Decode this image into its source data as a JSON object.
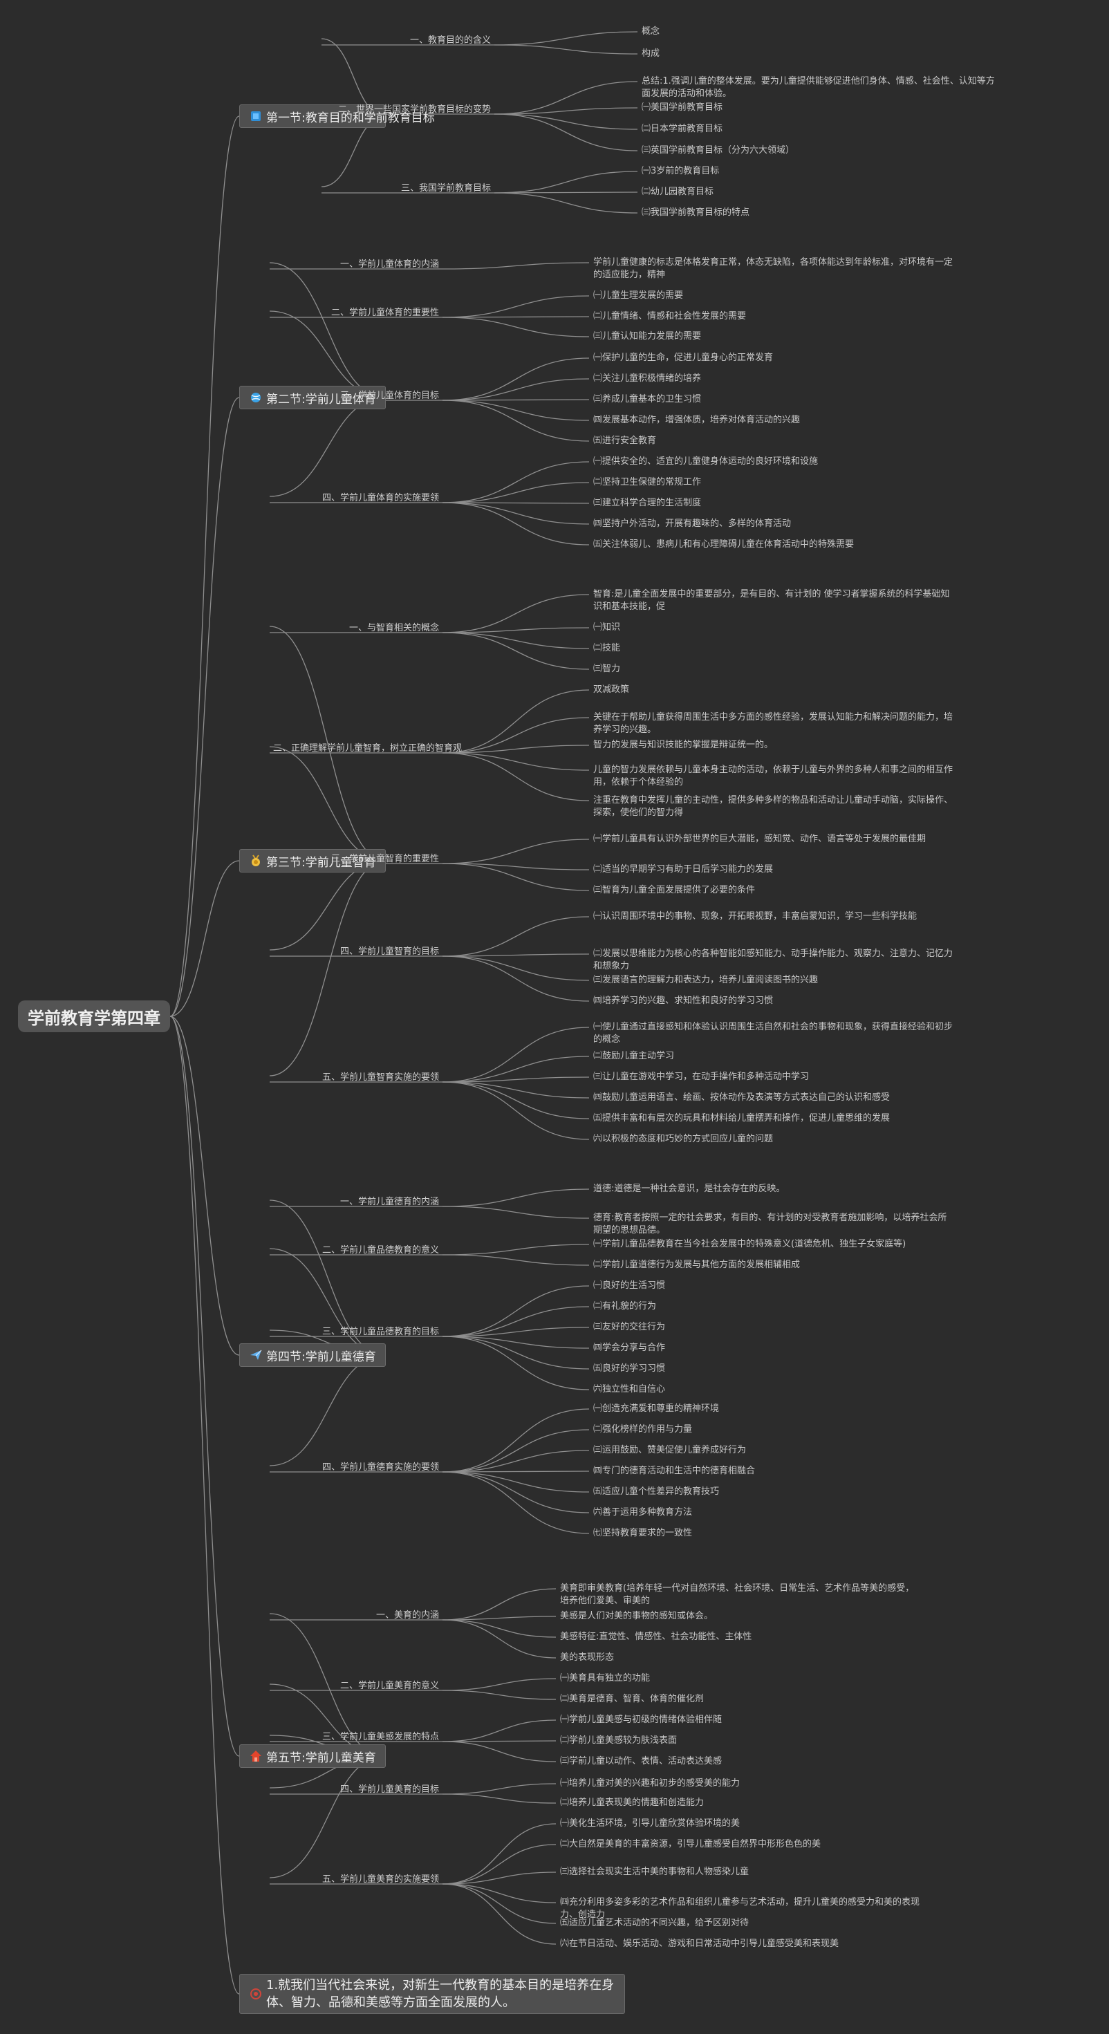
{
  "title": "学前教育学第四章",
  "colors": {
    "background": "#2c2c2c",
    "node_bg": "#4f4f4f",
    "line": "#8f8f8f",
    "text": "#d0d0d0"
  },
  "sections": [
    {
      "label": "第一节:教育目的和学前教育目标",
      "icon": "flag-icon",
      "children": [
        {
          "label": "一、教育目的的含义",
          "items": [
            "概念",
            "构成"
          ]
        },
        {
          "label": "二、世界一些国家学前教育目标的变势",
          "items": [
            "总结:1.强调儿童的整体发展。要为儿童提供能够促进他们身体、情感、社会性、认知等方面发展的活动和体验。",
            "㈠美国学前教育目标",
            "㈡日本学前教育目标",
            "㈢英国学前教育目标（分为六大领域）"
          ]
        },
        {
          "label": "三、我国学前教育目标",
          "items": [
            "㈠3岁前的教育目标",
            "㈡幼儿园教育目标",
            "㈢我国学前教育目标的特点"
          ]
        }
      ]
    },
    {
      "label": "第二节:学前儿童体育",
      "icon": "tennis-icon",
      "children": [
        {
          "label": "一、学前儿童体育的内涵",
          "items": [
            "学前儿童健康的标志是体格发育正常，体态无缺陷，各项体能达到年龄标准，对环境有一定的适应能力，精神"
          ]
        },
        {
          "label": "二、学前儿童体育的重要性",
          "items": [
            "㈠儿童生理发展的需要",
            "㈡儿童情绪、情感和社会性发展的需要",
            "㈢儿童认知能力发展的需要"
          ]
        },
        {
          "label": "三、学前儿童体育的目标",
          "items": [
            "㈠保护儿童的生命，促进儿童身心的正常发育",
            "㈡关注儿童积极情绪的培养",
            "㈢养成儿童基本的卫生习惯",
            "㈣发展基本动作，增强体质，培养对体育活动的兴趣",
            "㈤进行安全教育"
          ]
        },
        {
          "label": "四、学前儿童体育的实施要领",
          "items": [
            "㈠提供安全的、适宜的儿童健身体运动的良好环境和设施",
            "㈡坚持卫生保健的常规工作",
            "㈢建立科学合理的生活制度",
            "㈣坚持户外活动，开展有趣味的、多样的体育活动",
            "㈤关注体弱儿、患病儿和有心理障碍儿童在体育活动中的特殊需要"
          ]
        }
      ]
    },
    {
      "label": "第三节:学前儿童智育",
      "icon": "medal-icon",
      "children": [
        {
          "label": "一、与智育相关的概念",
          "items": [
            "智育:是儿童全面发展中的重要部分，是有目的、有计划的 使学习者掌握系统的科学基础知识和基本技能，促",
            "㈠知识",
            "㈡技能",
            "㈢智力"
          ]
        },
        {
          "label": "二、正确理解学前儿童智育，树立正确的智育观",
          "items": [
            "双减政策",
            "关键在于帮助儿童获得周围生活中多方面的感性经验，发展认知能力和解决问题的能力，培养学习的兴趣。",
            "智力的发展与知识技能的掌握是辩证统一的。",
            "儿童的智力发展依赖与儿童本身主动的活动，依赖于儿童与外界的多种人和事之间的相互作用，依赖于个体经验的",
            "注重在教育中发挥儿童的主动性，提供多种多样的物品和活动让儿童动手动脑，实际操作、探索，使他们的智力得"
          ]
        },
        {
          "label": "三、学前儿童智育的重要性",
          "items": [
            "㈠学前儿童具有认识外部世界的巨大潜能，感知觉、动作、语言等处于发展的最佳期",
            "㈡适当的早期学习有助于日后学习能力的发展",
            "㈢智育为儿童全面发展提供了必要的条件"
          ]
        },
        {
          "label": "四、学前儿童智育的目标",
          "items": [
            "㈠认识周围环境中的事物、现象，开拓眼视野，丰富启蒙知识，学习一些科学技能",
            "㈡发展以思维能力为核心的各种智能如感知能力、动手操作能力、观察力、注意力、记忆力和想象力",
            "㈢发展语言的理解力和表达力，培养儿童阅读图书的兴趣",
            "㈣培养学习的兴趣、求知性和良好的学习习惯"
          ]
        },
        {
          "label": "五、学前儿童智育实施的要领",
          "items": [
            "㈠使儿童通过直接感知和体验认识周围生活自然和社会的事物和现象，获得直接经验和初步的概念",
            "㈡鼓励儿童主动学习",
            "㈢让儿童在游戏中学习，在动手操作和多种活动中学习",
            "㈣鼓励儿童运用语言、绘画、按体动作及表演等方式表达自己的认识和感受",
            "㈤提供丰富和有层次的玩具和材料给儿童摆弄和操作，促进儿童思维的发展",
            "㈥以积极的态度和巧妙的方式回应儿童的问题"
          ]
        }
      ]
    },
    {
      "label": "第四节:学前儿童德育",
      "icon": "paperplane-icon",
      "children": [
        {
          "label": "一、学前儿童德育的内涵",
          "items": [
            "道德:道德是一种社会意识，是社会存在的反映。",
            "德育:教育者按照一定的社会要求，有目的、有计划的对受教育者施加影响，以培养社会所期望的思想品德。"
          ]
        },
        {
          "label": "二、学前儿童品德教育的意义",
          "items": [
            "㈠学前儿童品德教育在当今社会发展中的特殊意义(道德危机、独生子女家庭等)",
            "㈡学前儿童道德行为发展与其他方面的发展相辅相成"
          ]
        },
        {
          "label": "三、学前儿童品德教育的目标",
          "items": [
            "㈠良好的生活习惯",
            "㈡有礼貌的行为",
            "㈢友好的交往行为",
            "㈣学会分享与合作",
            "㈤良好的学习习惯",
            "㈥独立性和自信心"
          ]
        },
        {
          "label": "四、学前儿童德育实施的要领",
          "items": [
            "㈠创造充满爱和尊重的精神环境",
            "㈡强化榜样的作用与力量",
            "㈢运用鼓励、赞美促使儿童养成好行为",
            "㈣专门的德育活动和生活中的德育相融合",
            "㈤适应儿童个性差异的教育技巧",
            "㈥善于运用多种教育方法",
            "㈦坚持教育要求的一致性"
          ]
        }
      ]
    },
    {
      "label": "第五节:学前儿童美育",
      "icon": "house-icon",
      "children": [
        {
          "label": "一、美育的内涵",
          "items": [
            "美育即审美教育(培养年轻一代对自然环境、社会环境、日常生活、艺术作品等美的感受，培养他们爱美、审美的",
            "美感是人们对美的事物的感知或体会。",
            "美感特征:直觉性、情感性、社会功能性、主体性",
            "美的表现形态"
          ]
        },
        {
          "label": "二、学前儿童美育的意义",
          "items": [
            "㈠美育具有独立的功能",
            "㈡美育是德育、智育、体育的催化剂"
          ]
        },
        {
          "label": "三、学前儿童美感发展的特点",
          "items": [
            "㈠学前儿童美感与初级的情绪体验相伴随",
            "㈡学前儿童美感较为肤浅表面",
            "㈢学前儿童以动作、表情、活动表达美感"
          ]
        },
        {
          "label": "四、学前儿童美育的目标",
          "items": [
            "㈠培养儿童对美的兴趣和初步的感受美的能力",
            "㈡培养儿童表现美的情趣和创造能力"
          ]
        },
        {
          "label": "五、学前儿童美育的实施要领",
          "items": [
            "㈠美化生活环境，引导儿童欣赏体验环境的美",
            "㈡大自然是美育的丰富资源，引导儿童感受自然界中形形色色的美",
            "㈢选择社会现实生活中美的事物和人物感染儿童",
            "㈣充分利用多姿多彩的艺术作品和组织儿童参与艺术活动，提升儿童美的感受力和美的表现力、创造力",
            "㈤适应儿童艺术活动的不同兴趣，给予区别对待",
            "㈥在节日活动、娱乐活动、游戏和日常活动中引导儿童感受美和表现美"
          ]
        }
      ]
    },
    {
      "label": "1.就我们当代社会来说，对新生一代教育的基本目的是培养在身体、智力、品德和美感等方面全面发展的人。",
      "icon": "target-icon",
      "children": []
    }
  ]
}
